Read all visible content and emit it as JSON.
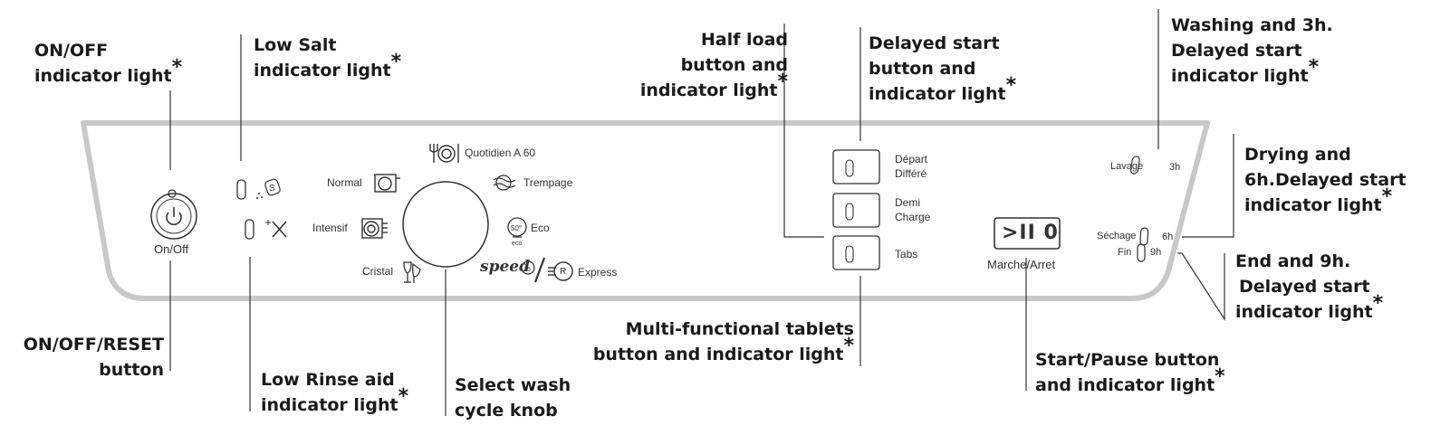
{
  "callouts": {
    "onoff_light": {
      "line1": "ON/OFF",
      "line2": "indicator light"
    },
    "low_salt": {
      "line1": "Low Salt",
      "line2": "indicator light"
    },
    "half_load": {
      "line1": "Half load",
      "line2": "button and",
      "line3": "indicator light"
    },
    "delayed_start": {
      "line1": "Delayed start",
      "line2": "button and",
      "line3": "indicator light"
    },
    "washing_3h": {
      "line1": "Washing and 3h.",
      "line2": "Delayed start",
      "line3": "indicator light"
    },
    "drying_6h": {
      "line1": "Drying and",
      "line2": "6h.Delayed start",
      "line3": "indicator light"
    },
    "end_9h": {
      "line1": "End and 9h.",
      "line2": "Delayed start",
      "line3": "indicator light"
    },
    "onoff_reset": {
      "line1": "ON/OFF/RESET",
      "line2": "button"
    },
    "low_rinse": {
      "line1": "Low Rinse aid",
      "line2": "indicator light"
    },
    "select_knob": {
      "line1": "Select wash",
      "line2": "cycle knob"
    },
    "multi_tablets": {
      "line1": "Multi-functional tablets",
      "line2": "button and indicator light"
    },
    "start_pause": {
      "line1": "Start/Pause button",
      "line2": "and indicator light"
    },
    "asterisk": "*"
  },
  "panel": {
    "onoff_label": "On/Off",
    "programs": {
      "quotidien": "Quotidien A 60",
      "normal": "Normal",
      "trempage": "Trempage",
      "intensif": "Intensif",
      "eco": "Eco",
      "eco_badge": "50°",
      "eco_sub": "eco",
      "cristal": "Cristal",
      "speed": "speed",
      "speed_badge": "25",
      "express": "Express",
      "express_badge": "R"
    },
    "buttons": {
      "depart_1": "Départ",
      "depart_2": "Différé",
      "demi_1": "Demi",
      "demi_2": "Charge",
      "tabs": "Tabs",
      "start_display": ">II 0",
      "start_label": "Marche/Arret",
      "digit": "0"
    },
    "status": {
      "lavage": "Lavage",
      "h3": "3h",
      "sechage": "Séchage",
      "h6": "6h",
      "fin": "Fin",
      "h9": "9h"
    },
    "salt_symbol": "S"
  }
}
